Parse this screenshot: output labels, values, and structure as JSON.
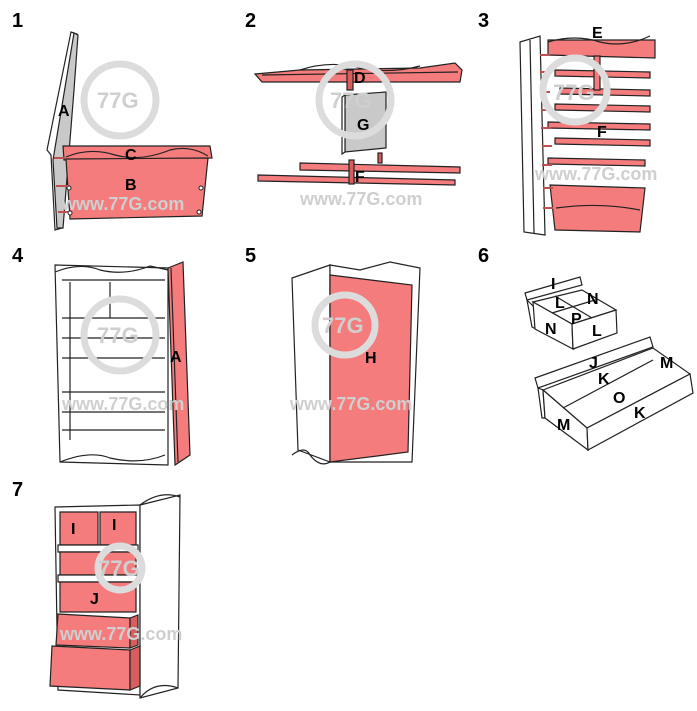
{
  "title": "Bookcase with drawers assembly instructions",
  "watermark": {
    "logo_text": "77G",
    "url_text": "www.77G.com"
  },
  "colors": {
    "part_highlight": "#f47c7c",
    "panel_gray": "#c9c9c9",
    "outline": "#222222"
  },
  "steps": [
    {
      "number": "1",
      "labels": [
        "A",
        "C",
        "B"
      ]
    },
    {
      "number": "2",
      "labels": [
        "D",
        "G",
        "F"
      ]
    },
    {
      "number": "3",
      "labels": [
        "E",
        "F"
      ]
    },
    {
      "number": "4",
      "labels": [
        "A"
      ]
    },
    {
      "number": "5",
      "labels": [
        "H"
      ]
    },
    {
      "number": "6",
      "labels": [
        "I",
        "L",
        "N",
        "P",
        "N",
        "L",
        "J",
        "K",
        "M",
        "O",
        "K",
        "M"
      ]
    },
    {
      "number": "7",
      "labels": [
        "I",
        "I",
        "J"
      ]
    }
  ]
}
